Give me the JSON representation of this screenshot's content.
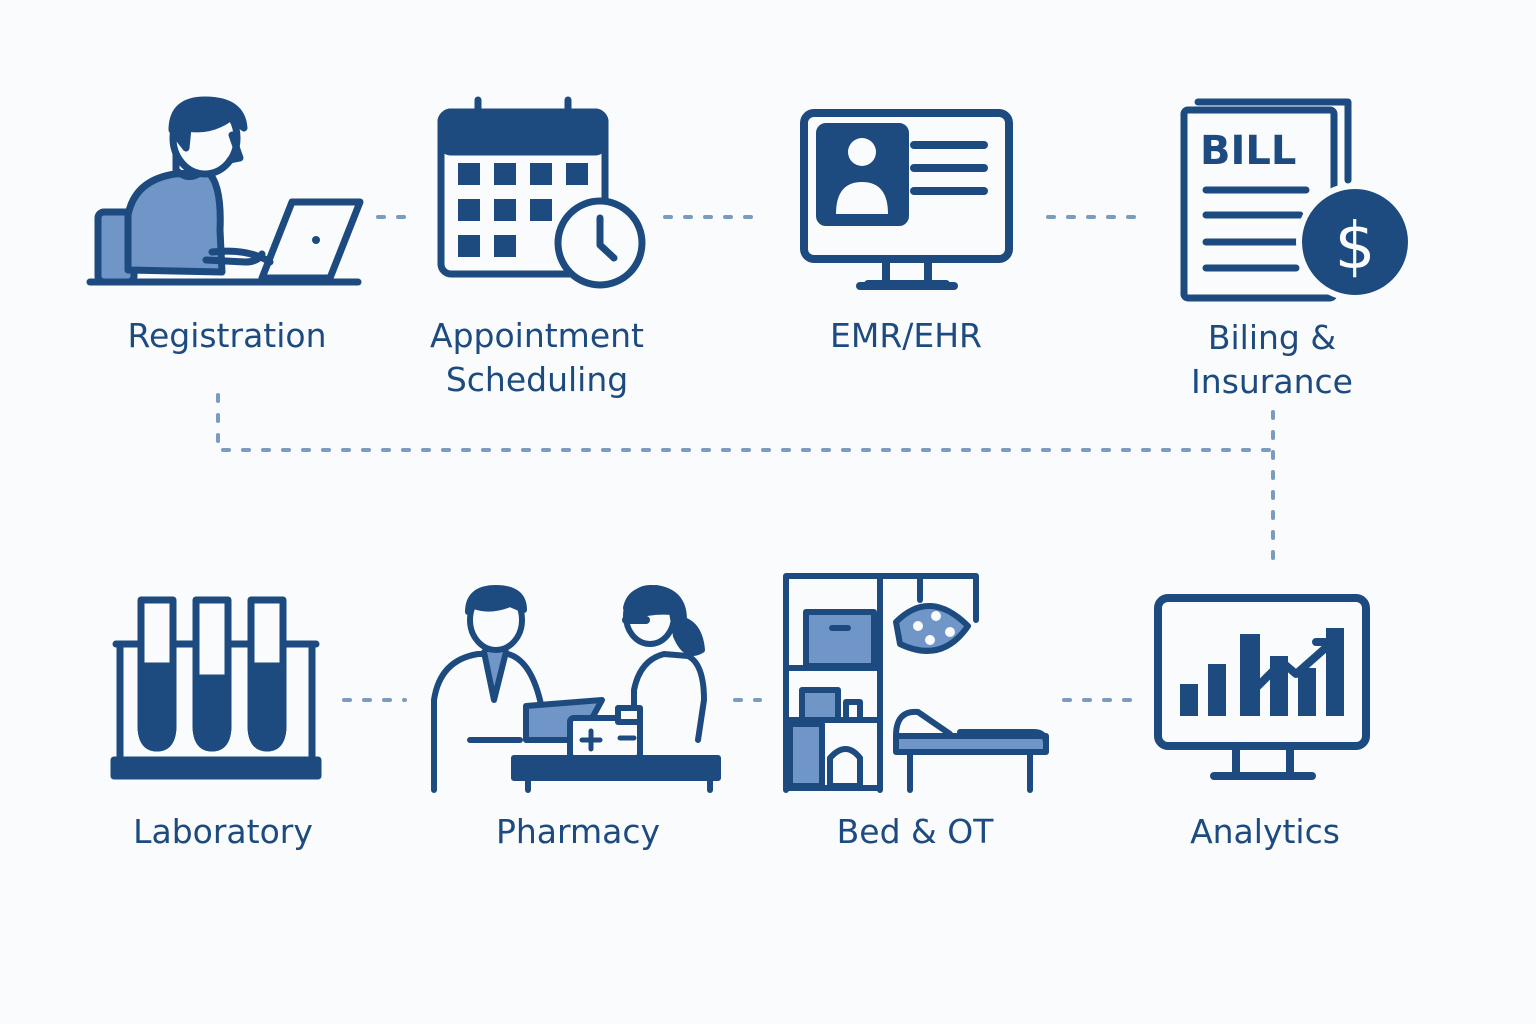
{
  "modules": [
    {
      "id": "registration",
      "label_lines": [
        "Registration"
      ]
    },
    {
      "id": "appointment",
      "label_lines": [
        "Appointment",
        "Scheduling"
      ]
    },
    {
      "id": "emr",
      "label_lines": [
        "EMR/EHR"
      ]
    },
    {
      "id": "billing",
      "label_lines": [
        "Biling &",
        "Insurance"
      ],
      "bill_text": "BILL",
      "currency_symbol": "$"
    },
    {
      "id": "laboratory",
      "label_lines": [
        "Laboratory"
      ]
    },
    {
      "id": "pharmacy",
      "label_lines": [
        "Pharmacy"
      ]
    },
    {
      "id": "bed-ot",
      "label_lines": [
        "Bed & OT"
      ]
    },
    {
      "id": "analytics",
      "label_lines": [
        "Analytics"
      ]
    }
  ],
  "icons": {
    "registration": "person-laptop-icon",
    "appointment": "calendar-clock-icon",
    "emr": "patient-record-monitor-icon",
    "billing": "bill-dollar-icon",
    "laboratory": "test-tubes-icon",
    "pharmacy": "doctor-pharmacist-icon",
    "bed_ot": "bed-operating-theater-icon",
    "analytics": "analytics-monitor-icon"
  },
  "colors": {
    "primary": "#1d4b80",
    "light": "#6f96c6",
    "connector": "#7a9cc0",
    "background": "#fafbfd"
  }
}
